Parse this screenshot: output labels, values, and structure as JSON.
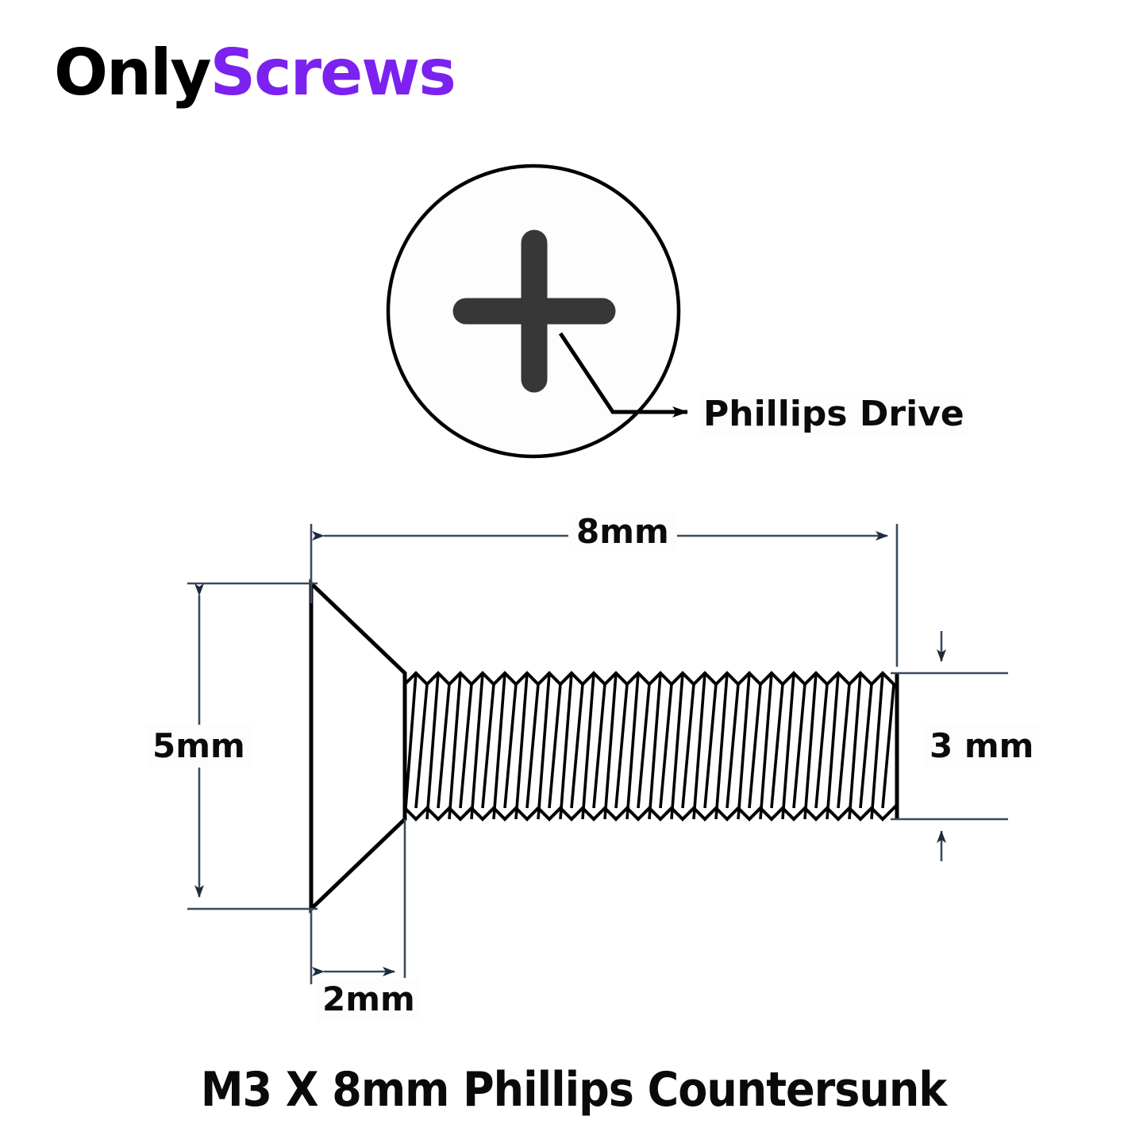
{
  "brand": {
    "name_part1": "Only",
    "name_part2": "Screws",
    "color_part1": "#000000",
    "color_part2": "#7b22f0"
  },
  "drive_detail": {
    "shape": "circle",
    "drive_icon": "phillips-cross-icon",
    "drive_icon_color": "#373737",
    "callout_label": "Phillips Drive",
    "leader_color": "#000000"
  },
  "dimensions": {
    "length": {
      "label": "8mm",
      "name": "length",
      "orientation": "horizontal",
      "position": "top"
    },
    "head_diameter": {
      "label": "5mm",
      "name": "head-diameter",
      "orientation": "vertical",
      "position": "left"
    },
    "thread_diameter": {
      "label": "3 mm",
      "name": "thread-diameter",
      "orientation": "vertical",
      "position": "right"
    },
    "head_height": {
      "label": "2mm",
      "name": "head-height",
      "orientation": "horizontal",
      "position": "bottom"
    },
    "line_color": "#3c4b5c",
    "arrow_color": "#1d2b3a"
  },
  "product": {
    "caption": "M3 X 8mm Phillips Countersunk",
    "outline_color": "#000000",
    "fill_color": "#ffffff",
    "thread_count": 22
  }
}
